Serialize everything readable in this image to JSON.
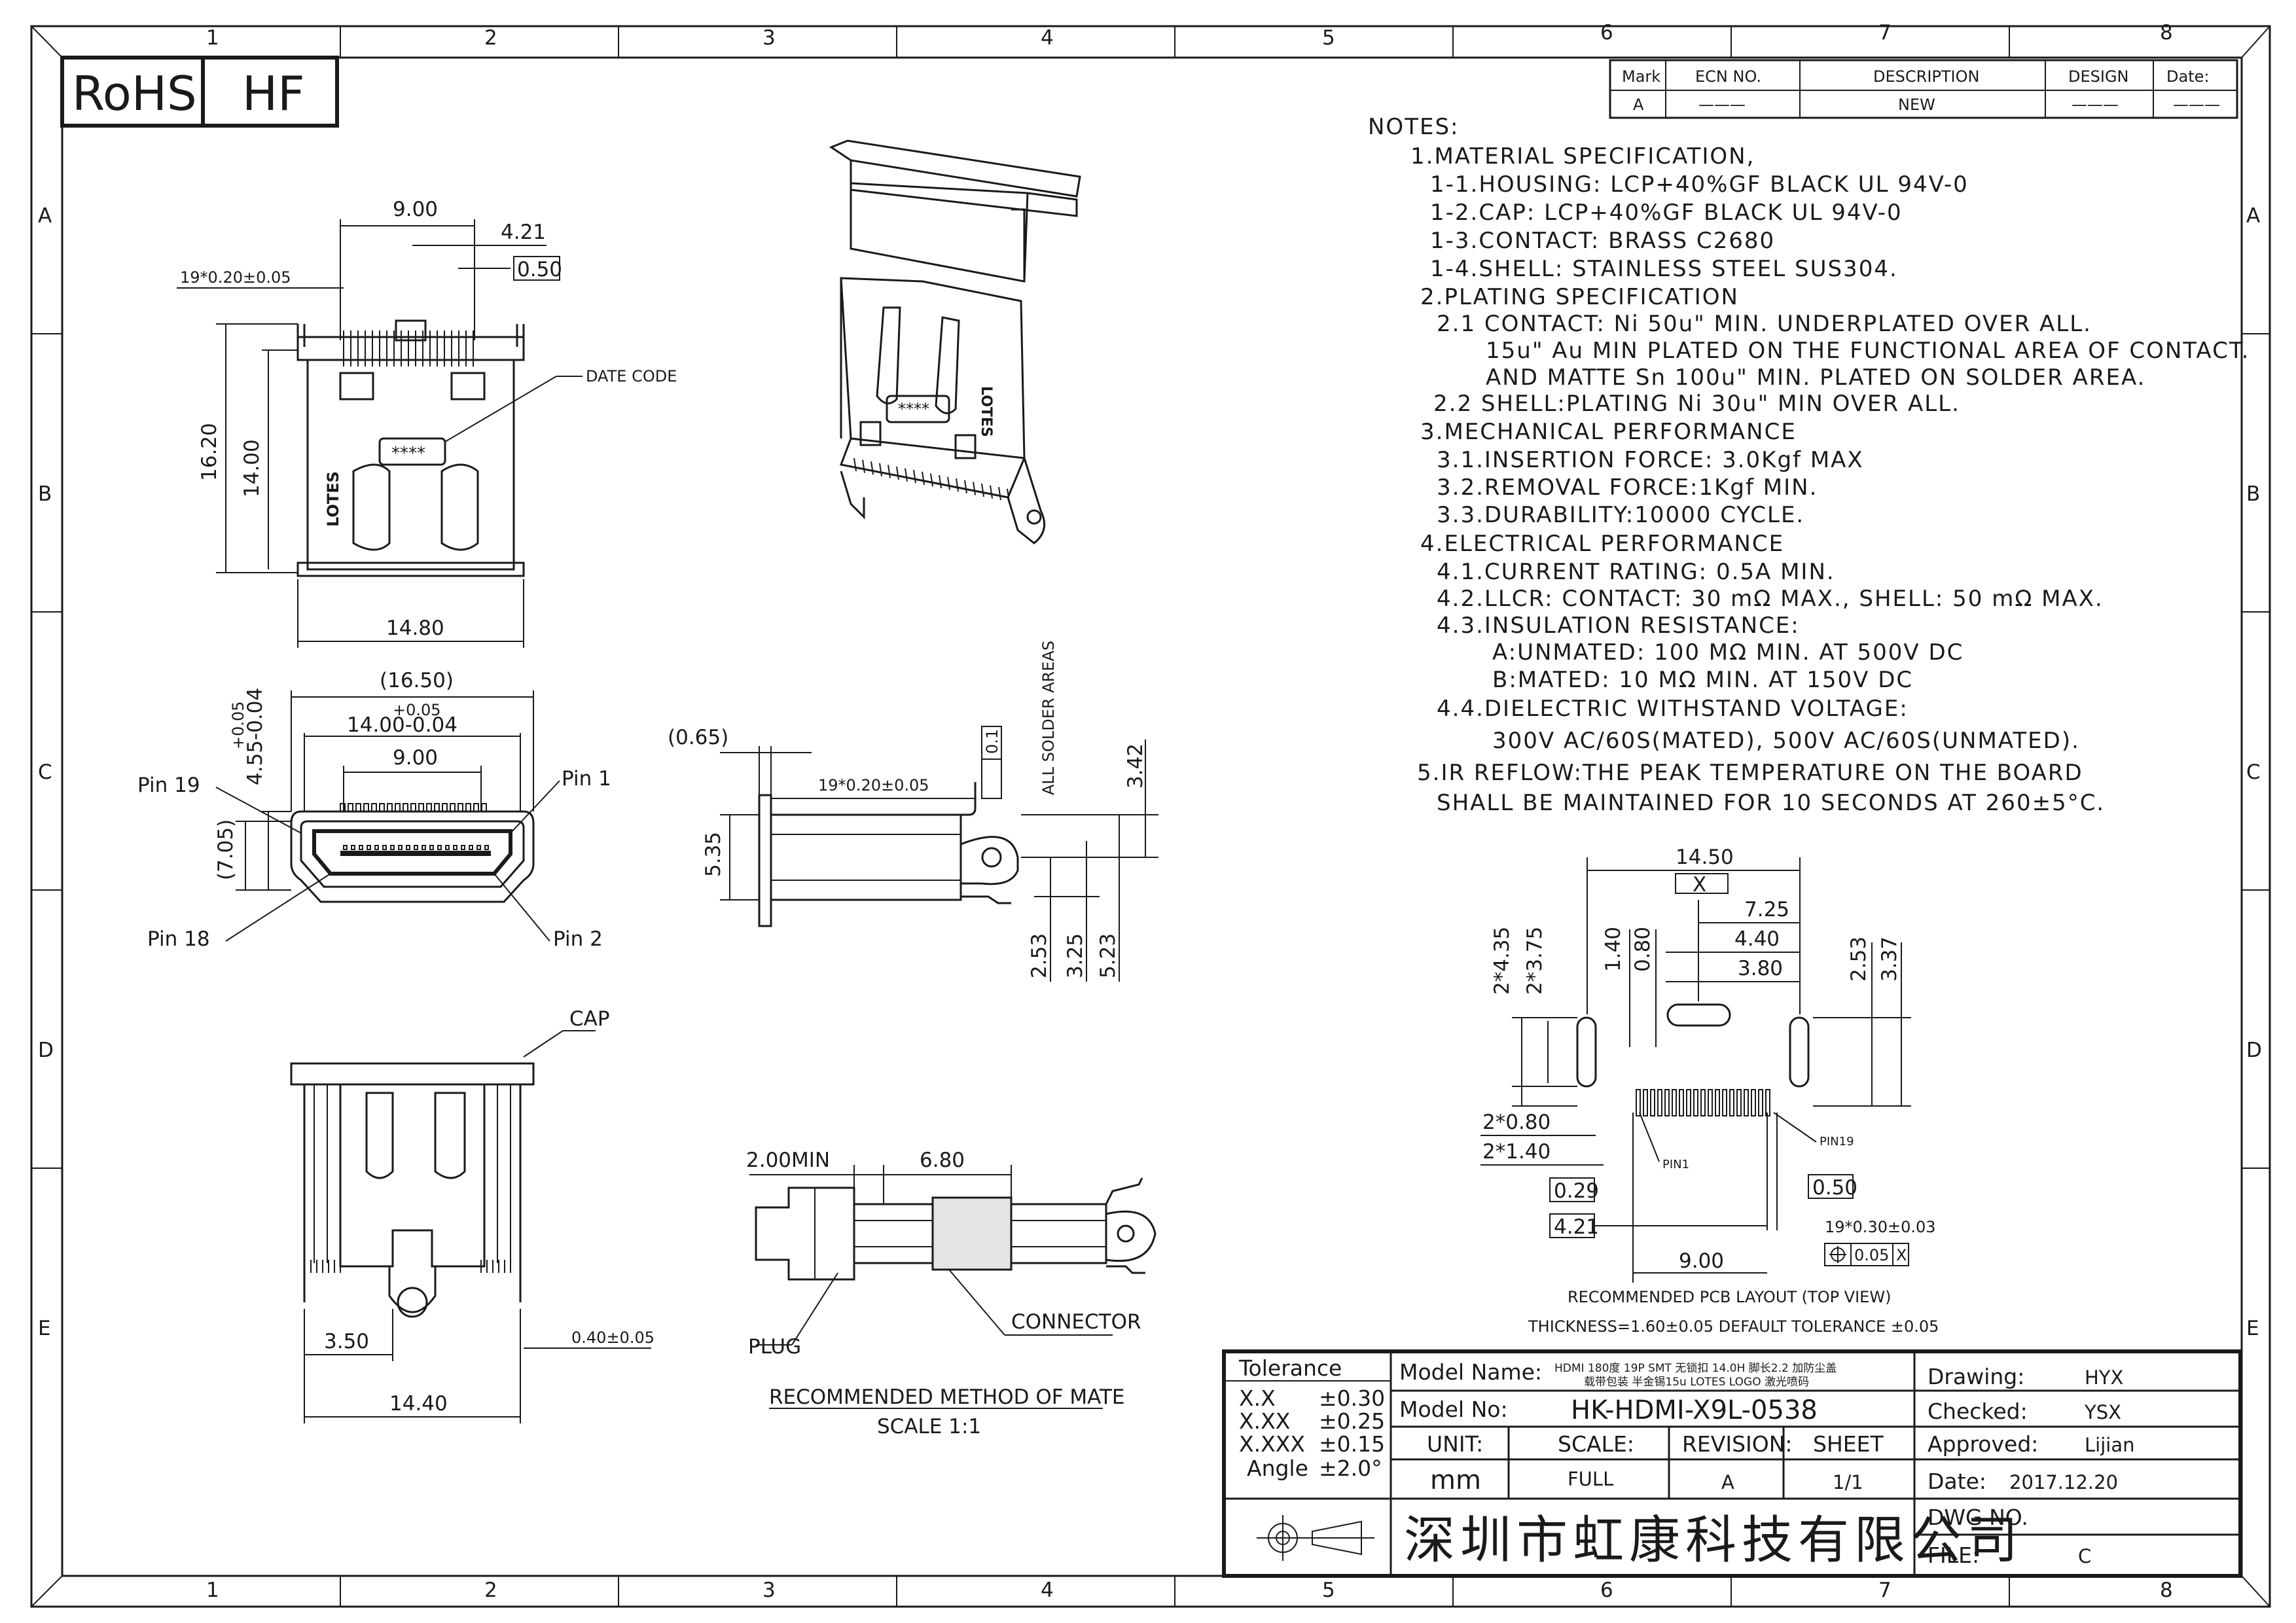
{
  "compliance": {
    "rohs": "RoHS",
    "hf": "HF"
  },
  "grid": {
    "columns": [
      "1",
      "2",
      "3",
      "4",
      "5",
      "6",
      "7",
      "8"
    ],
    "rows": [
      "A",
      "B",
      "C",
      "D",
      "E"
    ]
  },
  "revision_table": {
    "headers": [
      "Mark",
      "ECN NO.",
      "DESCRIPTION",
      "DESIGN",
      "Date:"
    ],
    "row": {
      "mark": "A",
      "ecn": "———",
      "description": "NEW",
      "design": "———",
      "date": "———"
    }
  },
  "notes": {
    "heading": "NOTES:",
    "lines": [
      "1.MATERIAL SPECIFICATION,",
      "1-1.HOUSING: LCP+40%GF BLACK UL 94V-0",
      "1-2.CAP: LCP+40%GF BLACK UL 94V-0",
      "1-3.CONTACT: BRASS C2680",
      "1-4.SHELL: STAINLESS STEEL SUS304.",
      "2.PLATING SPECIFICATION",
      "2.1 CONTACT: Ni 50u\" MIN. UNDERPLATED OVER ALL.",
      "15u\" Au MIN PLATED ON THE FUNCTIONAL AREA OF CONTACT.",
      "AND MATTE Sn 100u\" MIN. PLATED ON SOLDER AREA.",
      "2.2 SHELL:PLATING Ni 30u\" MIN OVER ALL.",
      "3.MECHANICAL PERFORMANCE",
      "3.1.INSERTION FORCE: 3.0Kgf MAX",
      "3.2.REMOVAL FORCE:1Kgf MIN.",
      "3.3.DURABILITY:10000 CYCLE.",
      "4.ELECTRICAL PERFORMANCE",
      "4.1.CURRENT RATING: 0.5A MIN.",
      "4.2.LLCR: CONTACT: 30 mΩ MAX., SHELL: 50 mΩ MAX.",
      "4.3.INSULATION RESISTANCE:",
      "A:UNMATED: 100 MΩ MIN. AT 500V DC",
      "B:MATED: 10 MΩ MIN. AT 150V DC",
      "4.4.DIELECTRIC WITHSTAND VOLTAGE:",
      "300V AC/60S(MATED), 500V AC/60S(UNMATED).",
      "5.IR REFLOW:THE PEAK TEMPERATURE ON THE BOARD",
      "SHALL BE MAINTAINED FOR 10 SECONDS AT 260±5°C."
    ]
  },
  "front_view": {
    "dims": [
      "9.00",
      "4.21",
      "0.50",
      "19*0.20±0.05",
      "16.20",
      "14.00",
      "14.80"
    ],
    "date_code": "DATE CODE",
    "stamp": "****",
    "logo": "LOTES"
  },
  "face_view": {
    "dims": [
      "(16.50)",
      "+0.05",
      "14.00-0.04",
      "9.00",
      "+0.05",
      "4.55-0.04",
      "(7.05)"
    ],
    "pins": [
      "Pin 19",
      "Pin 1",
      "Pin 18",
      "Pin 2"
    ]
  },
  "cap_view": {
    "label": "CAP",
    "dims": [
      "3.50",
      "14.40",
      "0.40±0.05"
    ]
  },
  "side_view": {
    "dims": [
      "(0.65)",
      "19*0.20±0.05",
      "0.1",
      "5.35",
      "3.42",
      "2.53",
      "3.25",
      "5.23"
    ],
    "solder_note": "ALL SOLDER AREAS"
  },
  "mate_view": {
    "dims": [
      "2.00MIN",
      "6.80"
    ],
    "plug": "PLUG",
    "connector": "CONNECTOR",
    "title": "RECOMMENDED METHOD OF MATE",
    "scale": "SCALE 1:1"
  },
  "pcb_layout": {
    "dims": [
      "14.50",
      "X",
      "7.25",
      "4.40",
      "3.80",
      "1.40",
      "0.80",
      "2*4.35",
      "2*3.75",
      "2.53",
      "3.37",
      "2*0.80",
      "2*1.40",
      "0.29",
      "0.50",
      "4.21",
      "19*0.30±0.03",
      "0.05",
      "X",
      "9.00"
    ],
    "pin1": "PIN1",
    "pin19": "PIN19",
    "caption": "RECOMMENDED PCB LAYOUT (TOP VIEW)",
    "thickness": "THICKNESS=1.60±0.05 DEFAULT TOLERANCE ±0.05"
  },
  "title_block": {
    "tolerance_label": "Tolerance",
    "tolerances": [
      {
        "k": "X.X",
        "v": "±0.30"
      },
      {
        "k": "X.XX",
        "v": "±0.25"
      },
      {
        "k": "X.XXX",
        "v": "±0.15"
      },
      {
        "k": "Angle",
        "v": "±2.0°"
      }
    ],
    "model_name_label": "Model Name:",
    "model_name_line1": "HDMI 180度 19P SMT 无锁扣 14.0H 脚长2.2 加防尘盖",
    "model_name_line2": "载带包装 半金锡15u LOTES LOGO 激光喷码",
    "model_no_label": "Model No:",
    "model_no": "HK-HDMI-X9L-0538",
    "unit_label": "UNIT:",
    "unit": "mm",
    "scale_label": "SCALE:",
    "scale": "FULL",
    "revision_label": "REVISION:",
    "revision": "A",
    "sheet_label": "SHEET",
    "sheet": "1/1",
    "company": "深圳市虹康科技有限公司",
    "drawing_label": "Drawing:",
    "drawing": "HYX",
    "checked_label": "Checked:",
    "checked": "YSX",
    "approved_label": "Approved:",
    "approved": "Lijian",
    "date_label": "Date:",
    "date": "2017.12.20",
    "dwg_label": "DWG NO.",
    "file_label": "FILE:",
    "file": "C"
  }
}
